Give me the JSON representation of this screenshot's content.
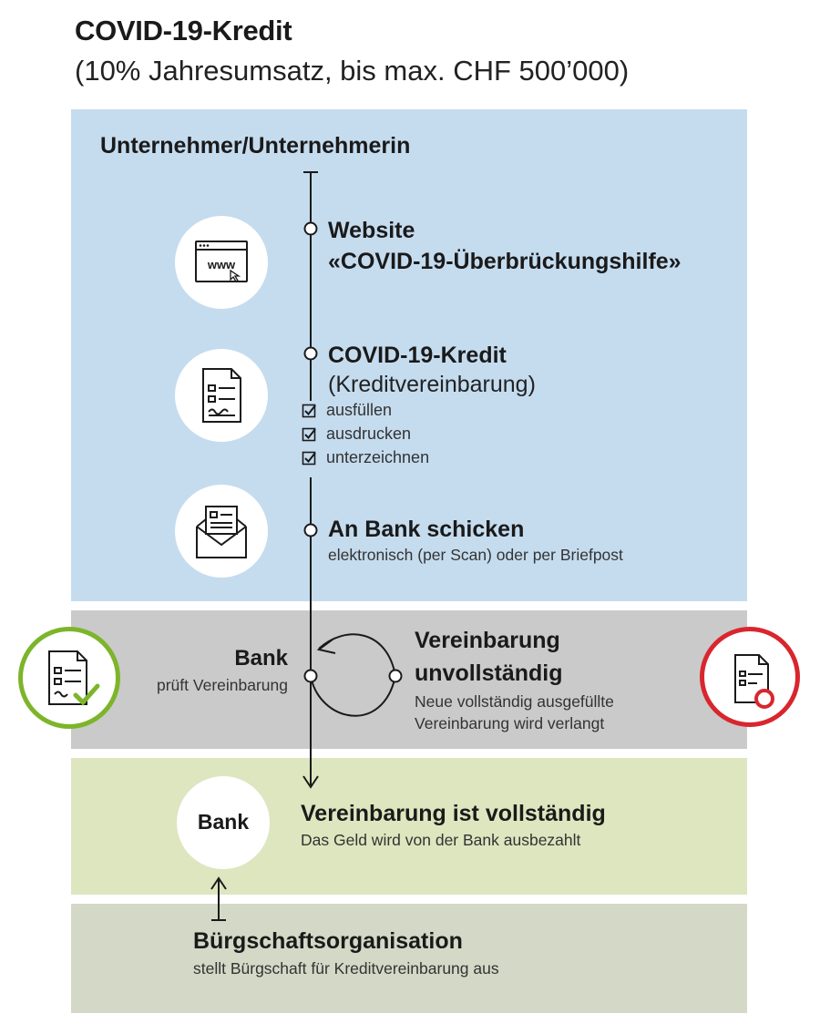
{
  "header": {
    "title": "COVID-19-Kredit",
    "subtitle": "(10% Jahresumsatz, bis max. CHF 500’000)"
  },
  "unternehmer": {
    "heading": "Unternehmer/Unternehmerin",
    "steps": {
      "website": {
        "line1": "Website",
        "line2": "«COVID-19-Überbrückungshilfe»",
        "icon": "browser-www-icon"
      },
      "kredit": {
        "heading": "COVID-19-Kredit",
        "sub": "(Kreditvereinbarung)",
        "checklist": [
          "ausfüllen",
          "ausdrucken",
          "unterzeichnen"
        ],
        "icon": "document-form-icon"
      },
      "schicken": {
        "heading": "An Bank schicken",
        "sub": "elektronisch (per Scan) oder per Briefpost",
        "icon": "envelope-letter-icon"
      }
    }
  },
  "pruefung": {
    "bank_heading": "Bank",
    "bank_sub": "prüft Vereinbarung",
    "unvollstaendig_line1": "Vereinbarung",
    "unvollstaendig_line2": "unvollständig",
    "unvollstaendig_sub1": "Neue vollständig ausgefüllte",
    "unvollstaendig_sub2": "Vereinbarung wird verlangt",
    "ok_color": "#7db52a",
    "error_color": "#d9262e"
  },
  "auszahlung": {
    "bank_circle": "Bank",
    "heading": "Vereinbarung ist vollständig",
    "sub": "Das Geld wird von der Bank ausbezahlt"
  },
  "buergschaft": {
    "heading": "Bürgschaftsorganisation",
    "sub": "stellt Bürgschaft für Kreditvereinbarung aus"
  },
  "colors": {
    "blue_band": "#c5dcef",
    "grey_band": "#cacaca",
    "green_band": "#dde6bf",
    "olive_band": "#d4d8c6"
  }
}
